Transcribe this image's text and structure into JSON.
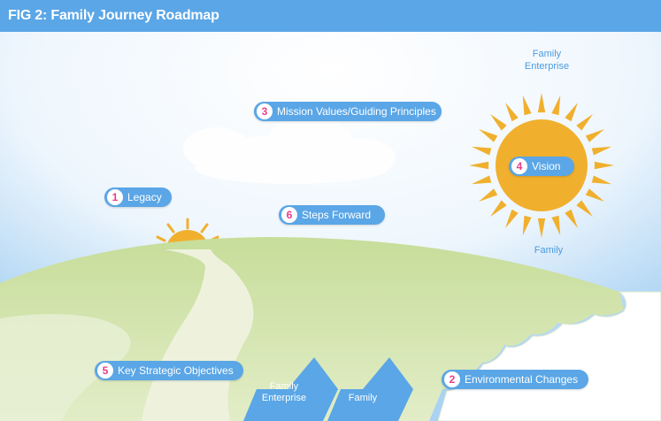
{
  "header": {
    "title": "FIG 2: Family Journey Roadmap"
  },
  "steps": [
    {
      "number": "1",
      "label": "Legacy"
    },
    {
      "number": "2",
      "label": "Environmental Changes"
    },
    {
      "number": "3",
      "label": "Mission Values/Guiding Principles"
    },
    {
      "number": "4",
      "label": "Vision"
    },
    {
      "number": "5",
      "label": "Key Strategic Objectives"
    },
    {
      "number": "6",
      "label": "Steps Forward"
    }
  ],
  "sun_labels": {
    "top_line1": "Family",
    "top_line2": "Enterprise",
    "bottom": "Family"
  },
  "arrows": {
    "left_line1": "Family",
    "left_line2": "Enterprise",
    "right": "Family"
  },
  "colors": {
    "header": "#5aa6e6",
    "pill": "#5aa6e6",
    "number": "#e83d86",
    "sun": "#f0b02e",
    "hill": "#cfe2a8",
    "path": "#e6ecd2",
    "arrow": "#5aa6e6"
  }
}
